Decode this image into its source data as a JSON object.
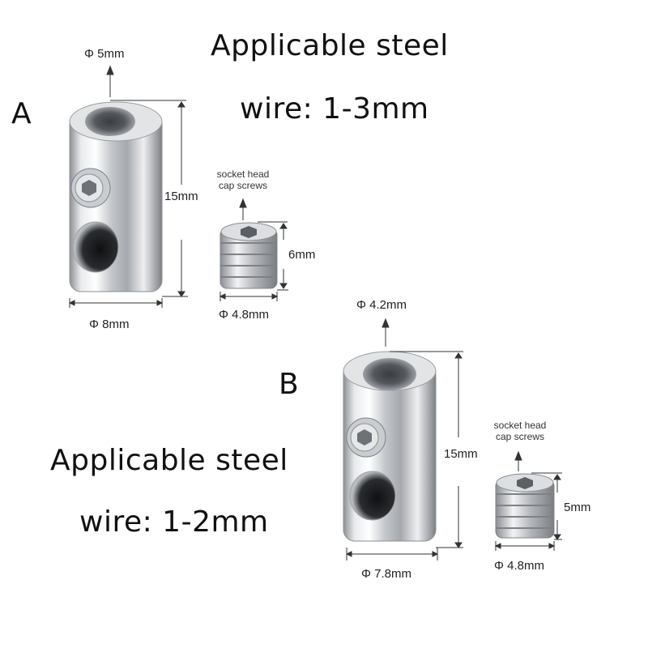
{
  "product_a": {
    "label": "A",
    "title_line1": "Applicable steel",
    "title_line2": "wire: 1-3mm",
    "top_diameter": "Φ 5mm",
    "height": "15mm",
    "bottom_diameter": "Φ 8mm",
    "screw": {
      "note_line1": "socket head",
      "note_line2": "cap screws",
      "length": "6mm",
      "diameter": "Φ 4.8mm"
    }
  },
  "product_b": {
    "label": "B",
    "title_line1": "Applicable steel",
    "title_line2": "wire: 1-2mm",
    "top_diameter": "Φ 4.2mm",
    "height": "15mm",
    "bottom_diameter": "Φ 7.8mm",
    "screw": {
      "note_line1": "socket head",
      "note_line2": "cap screws",
      "length": "5mm",
      "diameter": "Φ 4.8mm"
    }
  }
}
